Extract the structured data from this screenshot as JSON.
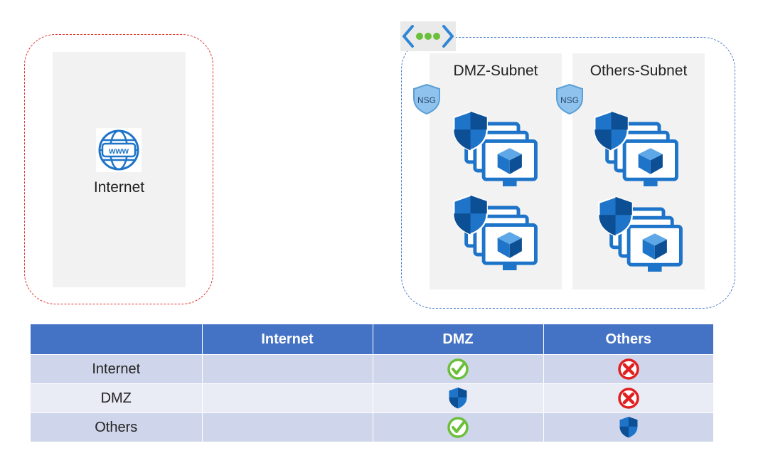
{
  "zones": {
    "internet": {
      "label": "Internet",
      "icon": "globe-www-icon",
      "border_color": "#e0312a"
    },
    "vnet": {
      "icon": "virtual-network-icon",
      "border_color": "#4a7bc8",
      "subnets": [
        {
          "title": "DMZ-Subnet",
          "badge": "NSG"
        },
        {
          "title": "Others-Subnet",
          "badge": "NSG"
        }
      ]
    }
  },
  "matrix": {
    "header": [
      "",
      "Internet",
      "DMZ",
      "Others"
    ],
    "rows": [
      {
        "label": "Internet",
        "cells": [
          "",
          "allowed",
          "denied"
        ]
      },
      {
        "label": "DMZ",
        "cells": [
          "",
          "nsg-controlled",
          "denied"
        ]
      },
      {
        "label": "Others",
        "cells": [
          "",
          "allowed",
          "nsg-controlled"
        ]
      }
    ],
    "colors": {
      "header": "#4472c4",
      "row_odd": "#cfd5ea",
      "row_even": "#e9ebf5",
      "allowed": "#6cbf3a",
      "denied": "#e02020",
      "shield": "#1e74c8"
    }
  }
}
